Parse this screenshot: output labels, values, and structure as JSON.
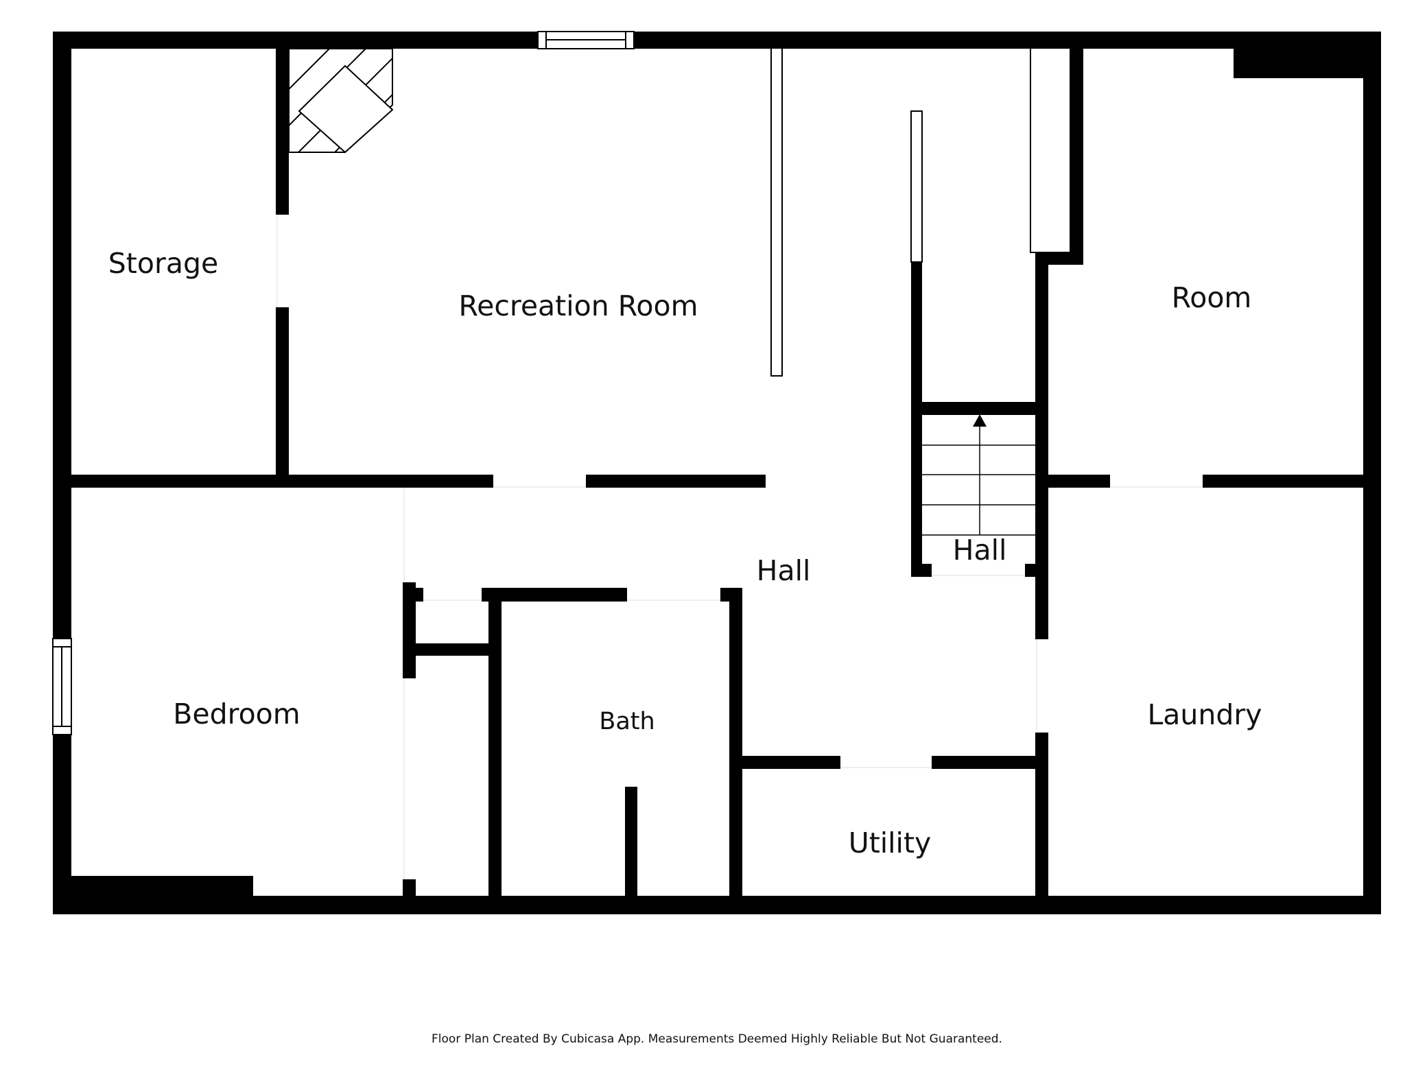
{
  "rooms": {
    "storage": "Storage",
    "recreation_room": "Recreation Room",
    "room": "Room",
    "hall_main": "Hall",
    "hall_stair": "Hall",
    "bedroom": "Bedroom",
    "bath": "Bath",
    "laundry": "Laundry",
    "utility": "Utility"
  },
  "footer": "Floor Plan Created By Cubicasa App. Measurements Deemed Highly Reliable But Not Guaranteed.",
  "colors": {
    "wall": "#000000",
    "background": "#ffffff",
    "text": "#111111"
  },
  "icons": [
    "fireplace-icon",
    "stairs-icon",
    "stairs-arrow-icon",
    "window-icon"
  ]
}
